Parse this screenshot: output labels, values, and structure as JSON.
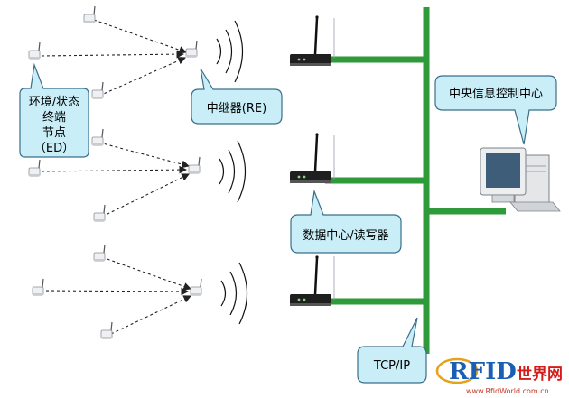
{
  "labels": {
    "end_node_line1": "环境/状态",
    "end_node_line2": "终端",
    "end_node_line3": "节点",
    "end_node_line4": "（ED）",
    "repeater": "中继器(RE)",
    "data_center": "数据中心/读写器",
    "central_control": "中央信息控制中心",
    "network": "TCP/IP"
  },
  "logo": {
    "brand_letters": "RFID",
    "brand_cn": "世界网",
    "url": "www.RfidWorld.com.cn"
  },
  "colors": {
    "bus": "#2e9a3a",
    "callout_fill": "#c9eef8",
    "callout_stroke": "#3a6f8a",
    "arrow": "#222222",
    "logo_blue": "#1a5fb4",
    "logo_red": "#d61b1b"
  }
}
